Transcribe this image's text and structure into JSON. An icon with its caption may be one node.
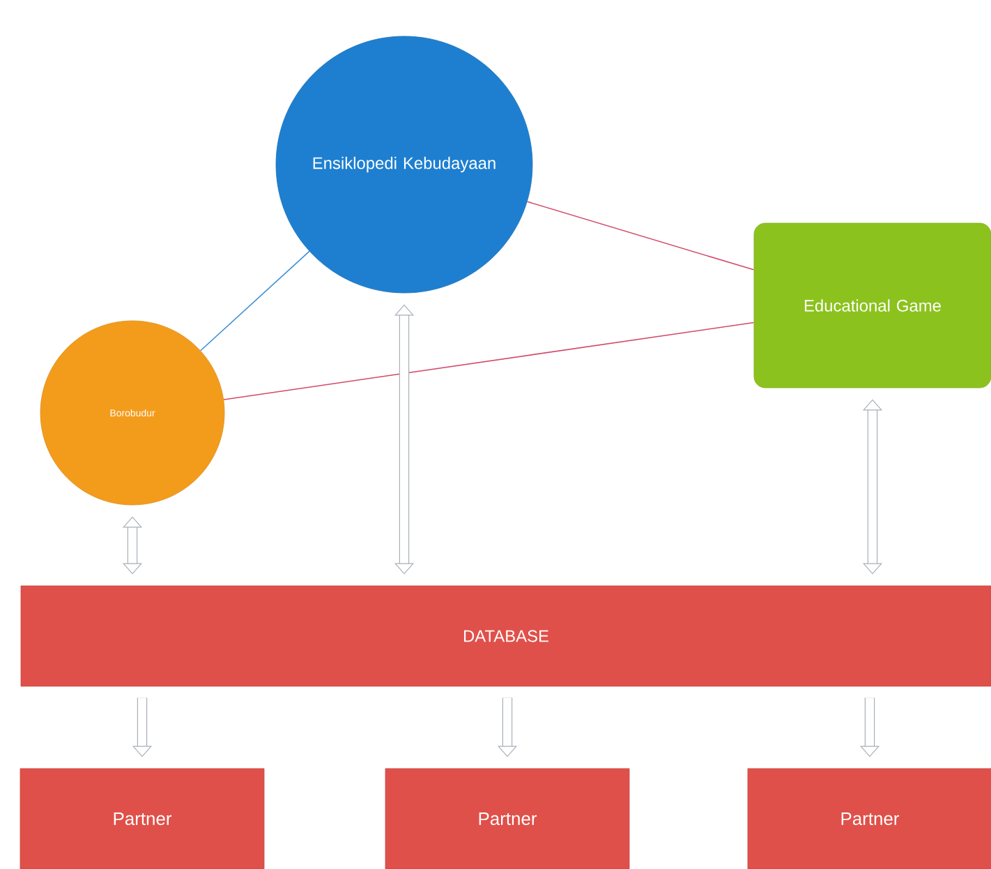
{
  "diagram": {
    "nodes": [
      {
        "text": [
          "Ensiklopedi Kebudayaan"
        ]
      },
      {
        "text": [
          "Borobudur"
        ]
      },
      {
        "text": [
          "Educational Game"
        ]
      },
      {
        "text": [
          "DATABASE"
        ]
      },
      {
        "text": [
          "Partner"
        ]
      },
      {
        "text": [
          "Partner"
        ]
      },
      {
        "text": [
          "Partner"
        ]
      }
    ],
    "edges": [
      {
        "from": 1,
        "to": 0,
        "arrow": "none",
        "color": "#3a8fd6"
      },
      {
        "from": 0,
        "to": 2,
        "arrow": "none",
        "color": "#d24a68"
      },
      {
        "from": 1,
        "to": 2,
        "arrow": "none",
        "color": "#d24a68"
      },
      {
        "from": 1,
        "to": 3,
        "arrow": "both"
      },
      {
        "from": 0,
        "to": 3,
        "arrow": "both"
      },
      {
        "from": 2,
        "to": 3,
        "arrow": "both"
      },
      {
        "from": 3,
        "to": 4,
        "arrow": "to"
      },
      {
        "from": 3,
        "to": 5,
        "arrow": "to"
      },
      {
        "from": 3,
        "to": 6,
        "arrow": "to"
      }
    ]
  }
}
